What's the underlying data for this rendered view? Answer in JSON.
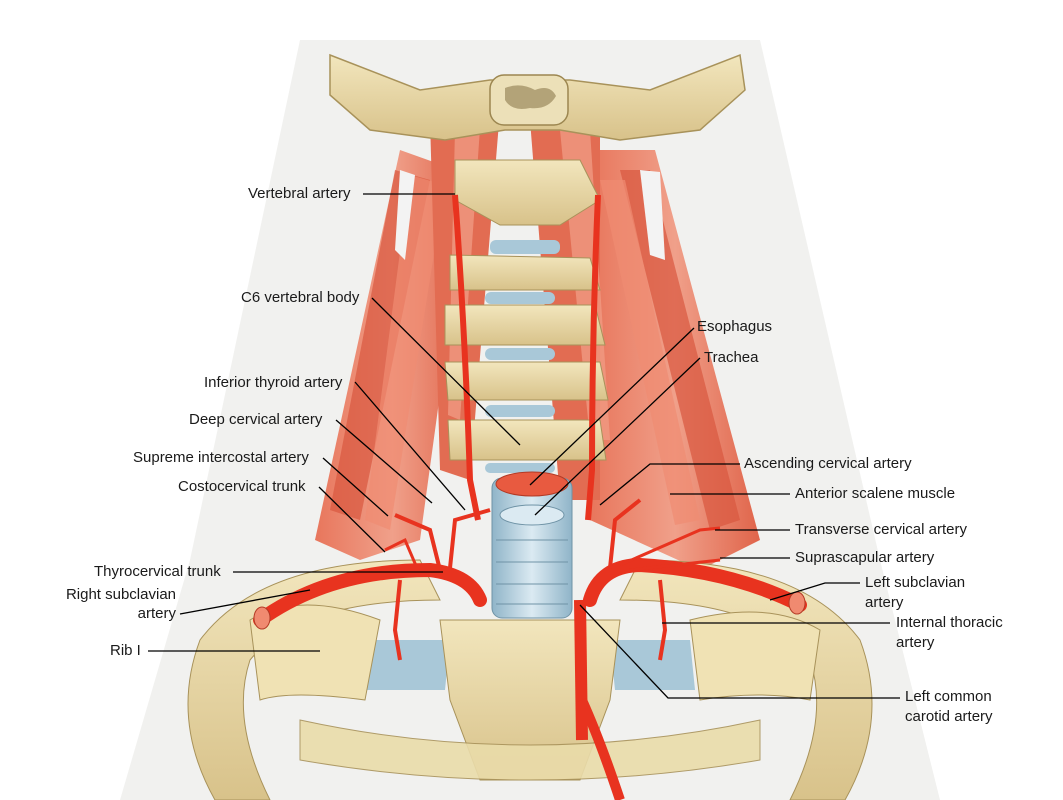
{
  "labels": {
    "vertebral_artery": "Vertebral artery",
    "c6_vertebral_body": "C6 vertebral body",
    "inferior_thyroid_artery": "Inferior thyroid artery",
    "deep_cervical_artery": "Deep cervical artery",
    "supreme_intercostal_artery": "Supreme intercostal artery",
    "costocervical_trunk": "Costocervical trunk",
    "thyrocervical_trunk": "Thyrocervical trunk",
    "right_subclavian_artery_l1": "Right subclavian",
    "right_subclavian_artery_l2": "artery",
    "rib_1": "Rib I",
    "esophagus": "Esophagus",
    "trachea": "Trachea",
    "ascending_cervical_artery": "Ascending cervical artery",
    "anterior_scalene_muscle": "Anterior scalene muscle",
    "transverse_cervical_artery": "Transverse cervical artery",
    "suprascapular_artery": "Suprascapular artery",
    "left_subclavian_artery_l1": "Left subclavian",
    "left_subclavian_artery_l2": "artery",
    "internal_thoracic_artery_l1": "Internal thoracic",
    "internal_thoracic_artery_l2": "artery",
    "left_common_carotid_artery_l1": "Left common",
    "left_common_carotid_artery_l2": "carotid artery"
  },
  "colors": {
    "bone": "#e8d8a4",
    "bone_shade": "#c9b276",
    "muscle": "#e0644a",
    "artery": "#e8331f",
    "cartilage": "#b7d2e0",
    "leader": "#000000"
  }
}
